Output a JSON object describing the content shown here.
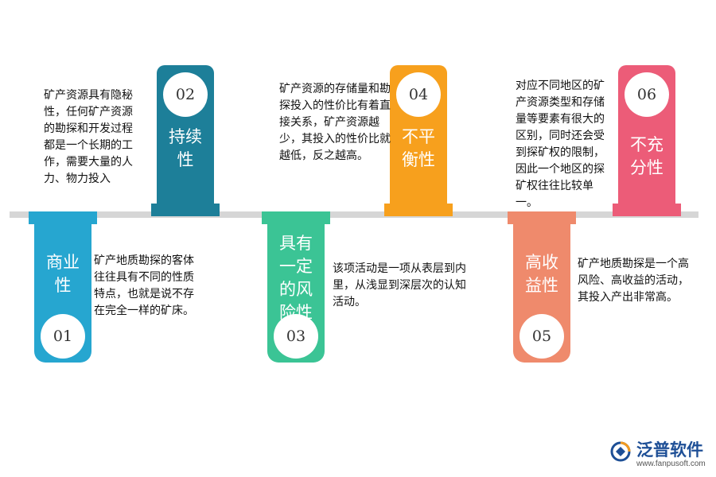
{
  "items": [
    {
      "number": "01",
      "title": "商业性",
      "color": "#26a6d0",
      "description": "矿产地质勘探的客体往往具有不同的性质特点，也就是说不存在完全一样的矿床。"
    },
    {
      "number": "02",
      "title": "持续性",
      "color": "#1d7f99",
      "description": "矿产资源具有隐秘性，任何矿产资源的勘探和开发过程都是一个长期的工作，需要大量的人力、物力投入"
    },
    {
      "number": "03",
      "title": "具有一定的风险性",
      "color": "#3bc495",
      "description": "该项活动是一项从表层到内里，从浅显到深层次的认知活动。"
    },
    {
      "number": "04",
      "title": "不平衡性",
      "color": "#f7a01d",
      "description": "矿产资源的存储量和勘探投入的性价比有着直接关系，矿产资源越少，其投入的性价比就越低，反之越高。"
    },
    {
      "number": "05",
      "title": "高收益性",
      "color": "#ef8a6c",
      "description": "矿产地质勘探是一个高风险、高收益的活动，其投入产出非常高。"
    },
    {
      "number": "06",
      "title": "不充分性",
      "color": "#ec5c78",
      "description": "对应不同地区的矿产资源类型和存储量等要素有很大的区别，同时还会受到探矿权的限制，因此一个地区的探矿权往往比较单一。"
    }
  ],
  "logo": {
    "brand": "泛普软件",
    "url": "www.fanpusoft.com",
    "icon": "fanpu-logo-icon"
  }
}
